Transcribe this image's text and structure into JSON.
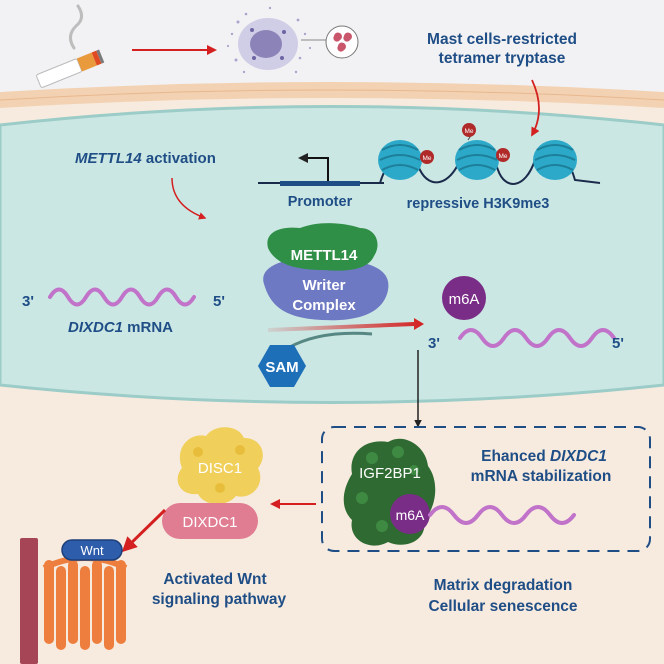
{
  "labels": {
    "mast_cells": "Mast cells-restricted",
    "tryptase": "tetramer tryptase",
    "mettl14_gene": "METTL14",
    "activation": " activation",
    "promoter": "Promoter",
    "h3k9me3": "repressive H3K9me3",
    "me": "Me",
    "mettl14_protein": "METTL14",
    "writer": "Writer",
    "complex": "Complex",
    "three_prime": "3'",
    "five_prime": "5'",
    "dixdc1_italic": "DIXDC1",
    "mrna": " mRNA",
    "m6a": "m6A",
    "sam": "SAM",
    "disc1": "DISC1",
    "dixdc1_protein": "DIXDC1",
    "igf2bp1": "IGF2BP1",
    "enhanced_prefix": "Ehanced ",
    "stabilization": "mRNA stabilization",
    "wnt": "Wnt",
    "activated_wnt": "Activated Wnt",
    "signaling_pathway": "signaling pathway",
    "matrix_degradation": "Matrix degradation",
    "cellular_senescence": "Cellular senescence"
  },
  "colors": {
    "text_blue": "#1f4e86",
    "nucleus_fill": "#cbe7e4",
    "cytoplasm_fill": "#f7ebdf",
    "membrane": "#f3d2b3",
    "nucleosome": "#2ca9c9",
    "mrna": "#c173c9",
    "m6a": "#7a2d86",
    "mettl14_green": "#2f8f47",
    "writer_blue": "#6d79c2",
    "sam_blue": "#1d6fb8",
    "disc1_yellow": "#f0cf5a",
    "dixdc1_pink": "#e07d92",
    "igf2bp1_green": "#2f6a32",
    "arrow_red": "#d42020",
    "wnt_orange": "#ee7e3d",
    "wnt_blue": "#2d5dab",
    "bar_maroon": "#a64556"
  }
}
